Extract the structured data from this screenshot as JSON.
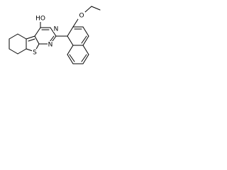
{
  "structure": {
    "atoms": {
      "oh": "HO",
      "n1": "N",
      "n2": "N",
      "s": "S",
      "o": "O"
    }
  },
  "colors": {
    "bond": "#000000",
    "label": "#000000",
    "background": "#ffffff"
  }
}
